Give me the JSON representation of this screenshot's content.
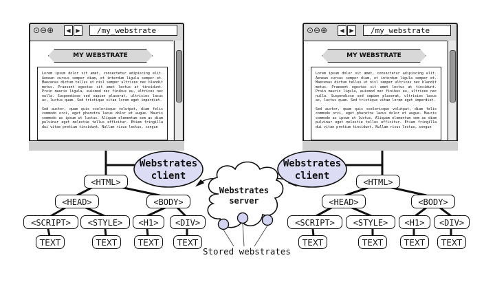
{
  "windows": [
    {
      "controls": "⊙⊖⊕",
      "nav_back": "◀",
      "nav_forward": "▶",
      "url": "/my_webstrate",
      "page_title": "MY WEBSTRATE",
      "paragraph1": "Lorem ipsum dolor sit amet, consectetur adipiscing elit. Aenean cursus semper diam, et interdum ligula semper et. Maecenas dictum tellus ut nisl semper ultrices nec blandit metus. Praesent egestas sit amet lectus at tincidunt. Proin mauris ligula, euismod nec finibus eu, ultrices nec nulla. Suspendisse sed sapien placerat, ultricies lacus ac, luctus quam. Sed tristique vitae lorem eget imperdiet.",
      "paragraph2": "Sed auctor, quam quis scelerisque volutpat, diam felis commodo orci, eget pharetra lacus dolor et augue. Mauris commodo ac ipsum ut luctus. Aliquam elementum sem ac diam pulvinar eget molestie tellus efficitur. Etiam fringilla dui vitae pretium tincidunt. Nullam risus lectus, congue"
    },
    {
      "controls": "⊙⊖⊕",
      "nav_back": "◀",
      "nav_forward": "▶",
      "url": "/my_webstrate",
      "page_title": "MY WEBSTRATE",
      "paragraph1": "Lorem ipsum dolor sit amet, consectetur adipiscing elit. Aenean cursus semper diam, et interdum ligula semper et. Maecenas dictum tellus ut nisl semper ultrices nec blandit metus. Praesent egestas sit amet lectus at tincidunt. Proin mauris ligula, euismod nec finibus eu, ultrices nec nulla. Suspendisse sed sapien placerat, ultricies lacus ac, luctus quam. Sed tristique vitae lorem eget imperdiet.",
      "paragraph2": "Sed auctor, quam quis scelerisque volutpat, diam felis commodo orci, eget pharetra lacus dolor et augue. Mauris commodo ac ipsum ut luctus. Aliquam elementum sem ac diam pulvinar eget molestie tellus efficitur. Etiam fringilla dui vitae pretium tincidunt. Nullam risus lectus, congue"
    }
  ],
  "clients": [
    {
      "line1": "Webstrates",
      "line2": "client"
    },
    {
      "line1": "Webstrates",
      "line2": "client"
    }
  ],
  "server": {
    "line1": "Webstrates",
    "line2": "server"
  },
  "stored_label": "Stored webstrates",
  "dom_trees": [
    {
      "html": "<HTML>",
      "head": "<HEAD>",
      "body": "<BODY>",
      "script": "<SCRIPT>",
      "style": "<STYLE>",
      "h1": "<H1>",
      "div": "<DIV>",
      "text": "TEXT"
    },
    {
      "html": "<HTML>",
      "head": "<HEAD>",
      "body": "<BODY>",
      "script": "<SCRIPT>",
      "style": "<STYLE>",
      "h1": "<H1>",
      "div": "<DIV>",
      "text": "TEXT"
    }
  ],
  "colors": {
    "client_fill": "#dcdcf5",
    "stored_fill": "#d3d3f2",
    "window_frame": "#d6d6d6",
    "stroke": "#111111"
  }
}
